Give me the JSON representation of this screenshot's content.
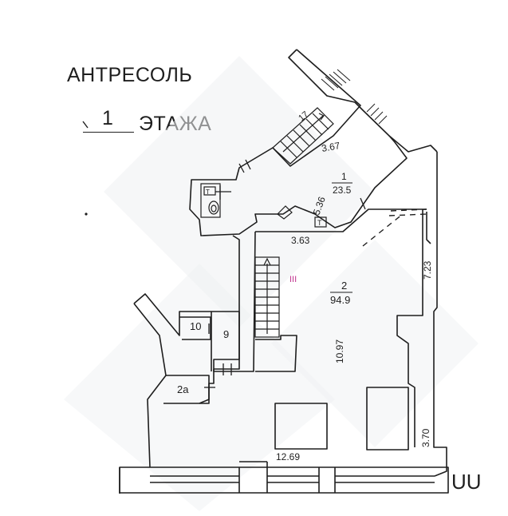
{
  "title": {
    "line1": "АНТРЕСОЛЬ",
    "floor_number": "1",
    "line2": "ЭТАЖА"
  },
  "section": {
    "label": "III",
    "color": "#c0338f"
  },
  "rooms": [
    {
      "number": "1",
      "area": "23.5"
    },
    {
      "number": "2",
      "area": "94.9"
    },
    {
      "number": "2а"
    },
    {
      "number": "9"
    },
    {
      "number": "10"
    }
  ],
  "dimensions": [
    "3.67",
    "5.36",
    "3.63",
    "7.23",
    "10.97",
    "12.69",
    "3.70"
  ],
  "stair_step_count": "17",
  "fixtures": {
    "toilet_symbol": "Т",
    "niche_symbol": "Т"
  },
  "watermark_text": "UU"
}
